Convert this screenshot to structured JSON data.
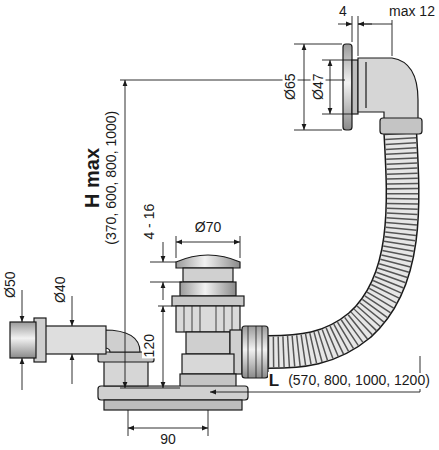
{
  "diagram": {
    "labels": [
      "4",
      "max 12",
      "Ø65",
      "Ø47",
      "H max",
      "(370, 600, 800, 1000)",
      "4 - 16",
      "Ø70",
      "Ø50",
      "Ø40",
      "120",
      "90",
      "L",
      "(570, 800, 1000, 1200)"
    ]
  }
}
